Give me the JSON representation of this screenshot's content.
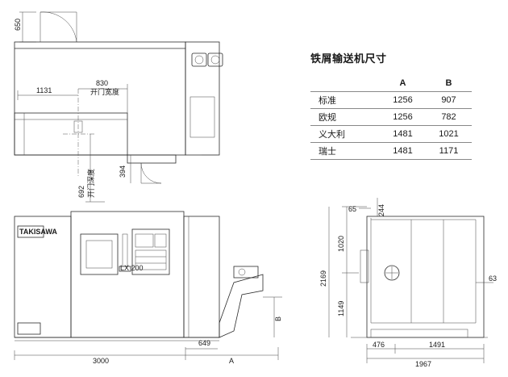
{
  "top_view": {
    "dim_door_swing": "650",
    "dim_left": "1131",
    "dim_door_width": "830",
    "label_door_width": "开门宽度",
    "dim_chip_door": "394",
    "dim_door_depth": "692",
    "label_door_depth": "开门深度"
  },
  "front_view": {
    "brand": "TAKISAWA",
    "model_badge": "LX 200",
    "dim_overall_width": "3000",
    "dim_chip_conveyor": "649",
    "dim_a": "A",
    "dim_b": "B"
  },
  "side_view": {
    "dim_65": "65",
    "dim_244": "244",
    "dim_1020": "1020",
    "dim_2169": "2169",
    "dim_1149": "1149",
    "dim_63": "63",
    "dim_476": "476",
    "dim_1491": "1491",
    "dim_1967": "1967"
  },
  "chip_table": {
    "title": "铁屑输送机尺寸",
    "col_a": "A",
    "col_b": "B",
    "rows": [
      {
        "label": "标准",
        "a": "1256",
        "b": "907"
      },
      {
        "label": "欧规",
        "a": "1256",
        "b": "782"
      },
      {
        "label": "义大利",
        "a": "1481",
        "b": "1021"
      },
      {
        "label": "瑞士",
        "a": "1481",
        "b": "1171"
      }
    ]
  }
}
